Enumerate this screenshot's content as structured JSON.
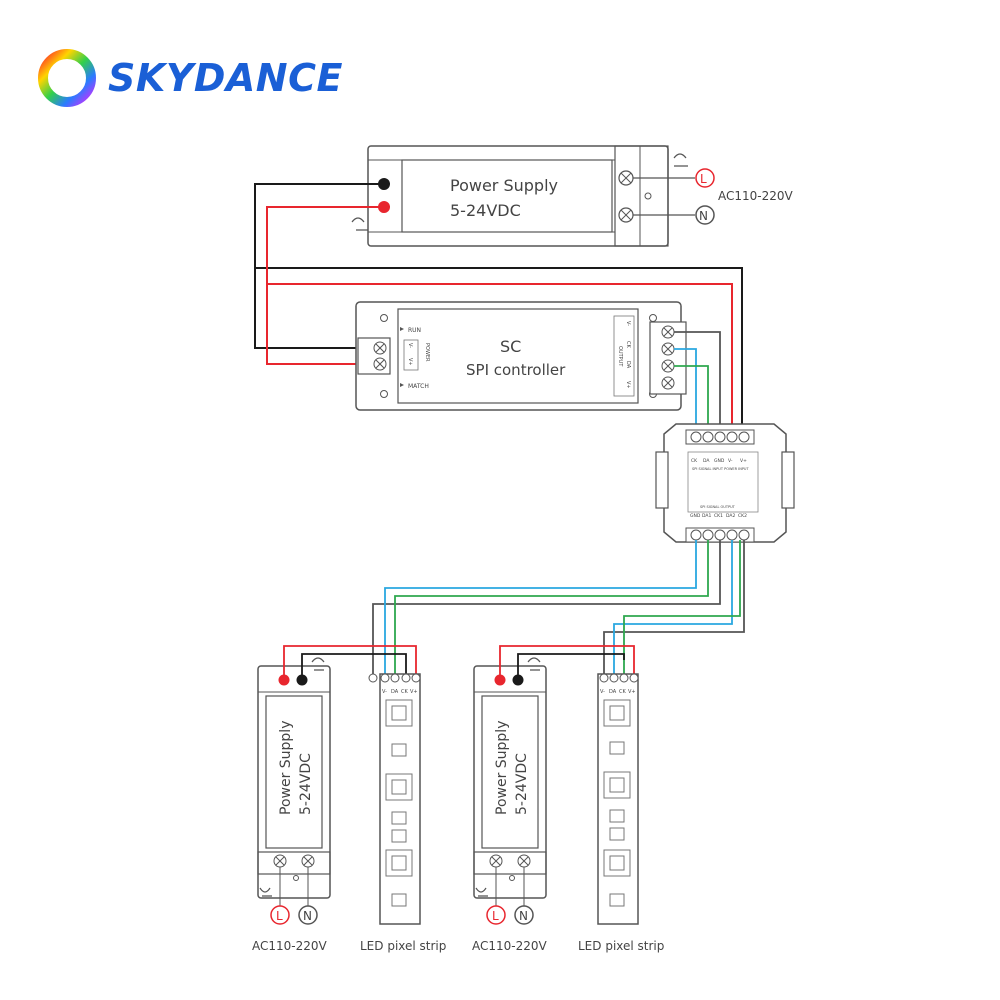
{
  "brand": {
    "name": "SKYDANCE",
    "color": "#1a5fd6"
  },
  "main_psu": {
    "title": "Power Supply",
    "rating": "5-24VDC"
  },
  "ac_main": {
    "label": "AC110-220V",
    "live": "L",
    "neutral": "N"
  },
  "controller": {
    "title": "SC",
    "subtitle": "SPI controller",
    "run_label": "RUN",
    "match_label": "MATCH",
    "power_label": "POWER",
    "power_pins": [
      "V-",
      "V+"
    ],
    "output_label": "OUTPUT",
    "output_pins": [
      "V-",
      "CK",
      "DA",
      "V+"
    ]
  },
  "amplifier": {
    "input_pins": [
      "CK",
      "DA",
      "GND",
      "V-",
      "V+"
    ],
    "input_caption": "SPI SIGNAL INPUT   POWER INPUT",
    "output_caption": "SPI SIGNAL OUTPUT",
    "output_pins": [
      "GND",
      "DA1",
      "CK1",
      "DA2",
      "CK2"
    ]
  },
  "branches": [
    {
      "psu_title": "Power Supply",
      "psu_rating": "5-24VDC",
      "ac_label": "AC110-220V",
      "live": "L",
      "neutral": "N",
      "strip_label": "LED pixel strip",
      "strip_pins": [
        "V-",
        "DA",
        "CK",
        "V+"
      ]
    },
    {
      "psu_title": "Power Supply",
      "psu_rating": "5-24VDC",
      "ac_label": "AC110-220V",
      "live": "L",
      "neutral": "N",
      "strip_label": "LED pixel strip",
      "strip_pins": [
        "V-",
        "DA",
        "CK",
        "V+"
      ]
    }
  ],
  "wire_colors": {
    "positive": "#e8262e",
    "negative": "#1a1a1a",
    "data": "#2aa8e0",
    "clock": "#2ea84f",
    "outline": "#555555"
  }
}
